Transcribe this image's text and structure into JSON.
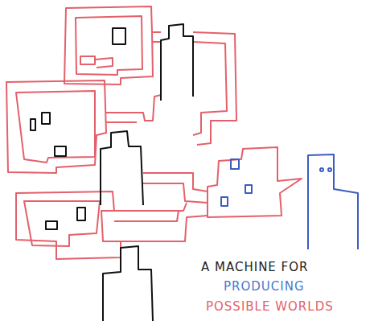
{
  "diagram": {
    "labels": [
      "A MACHINE FOR",
      "PRODUCING",
      "POSSIBLE WORLDS"
    ]
  }
}
